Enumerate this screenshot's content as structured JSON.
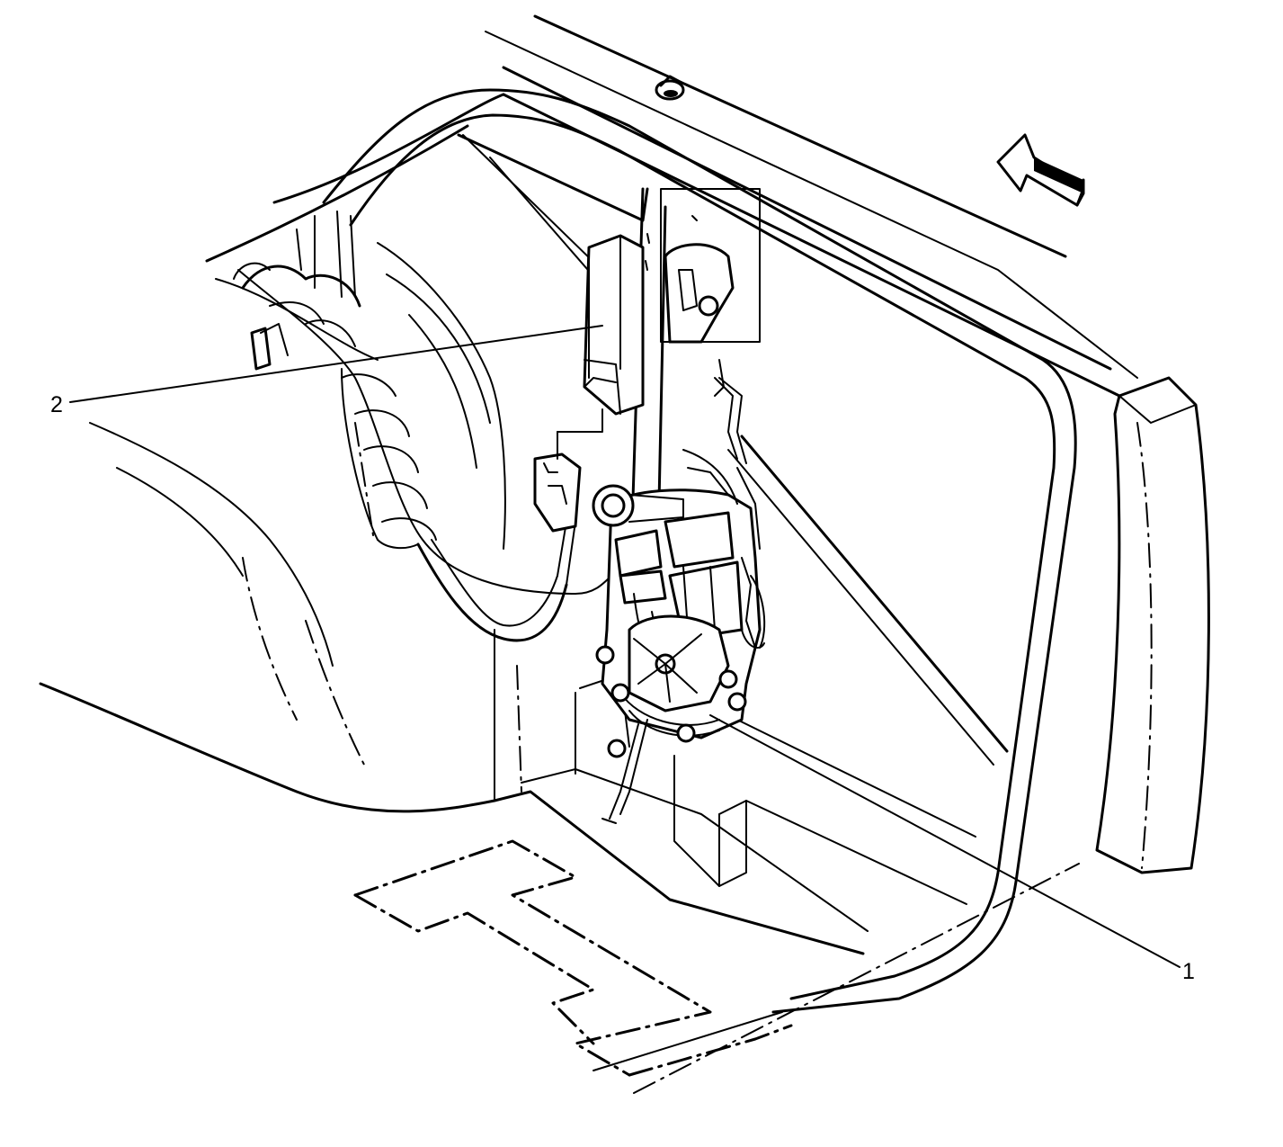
{
  "callouts": [
    {
      "label": "1",
      "part": "power-window-regulator-motor"
    },
    {
      "label": "2",
      "part": "window-module-electrical-connector"
    }
  ],
  "icons": [
    "forward-direction-arrow-icon",
    "bolt-icon",
    "clip-icon"
  ],
  "colors": {
    "line": "#000000",
    "background": "#ffffff"
  }
}
